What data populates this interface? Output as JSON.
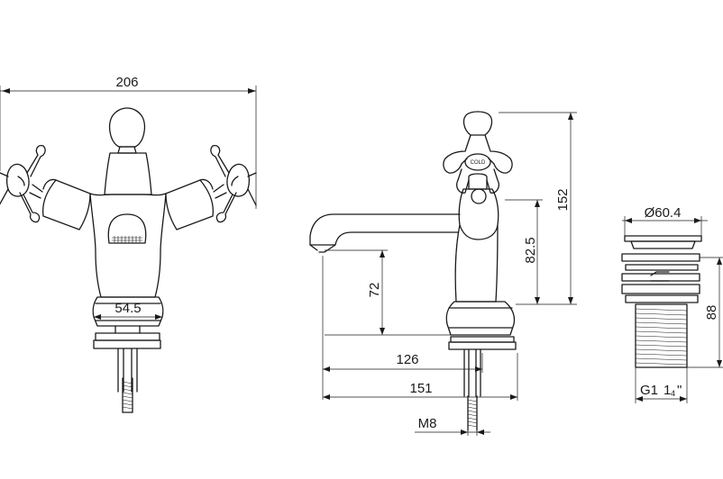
{
  "diagram": {
    "front_view": {
      "width_label": "206",
      "base_label": "54.5"
    },
    "side_view": {
      "height_label": "152",
      "spout_height_label": "82.5",
      "outlet_height_label": "72",
      "reach_label": "126",
      "overall_depth_label": "151",
      "thread_label": "M8",
      "handle_badge": "COLD"
    },
    "waste_view": {
      "diameter_label": "Ø60.4",
      "height_label": "88",
      "thread_label_main": "G1",
      "thread_label_num": "1",
      "thread_label_den": "4",
      "thread_label_suffix": "\""
    }
  }
}
